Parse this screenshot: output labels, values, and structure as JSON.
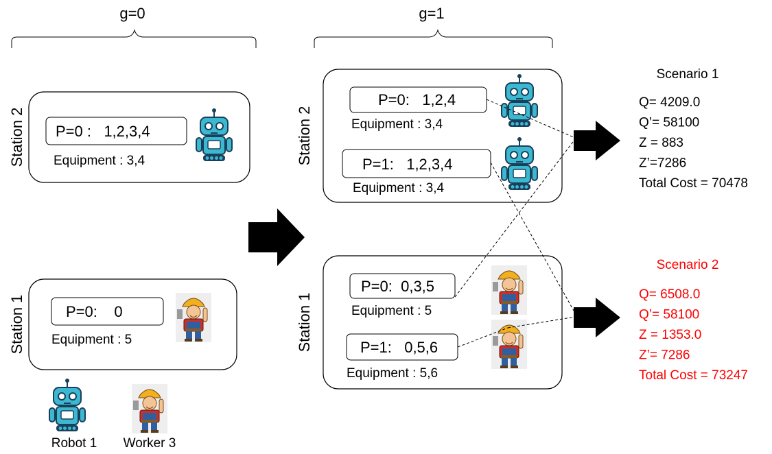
{
  "headers": {
    "g0": "g=0",
    "g1": "g=1"
  },
  "g0": {
    "station2": {
      "label": "Station 2",
      "process": "P=0 :   1,2,3,4",
      "equipment": "Equipment : 3,4"
    },
    "station1": {
      "label": "Station 1",
      "process": "P=0:    0",
      "equipment": "Equipment : 5"
    }
  },
  "g1": {
    "station2": {
      "label": "Station 2",
      "p0": "P=0:   1,2,4",
      "eq0": "Equipment : 3,4",
      "p1": "P=1:   1,2,3,4",
      "eq1": "Equipment : 3,4"
    },
    "station1": {
      "label": "Station 1",
      "p0": "P=0:  0,3,5",
      "eq0": "Equipment : 5",
      "p1": "P=1:   0,5,6",
      "eq1": "Equipment : 5,6"
    }
  },
  "legend": {
    "robot": "Robot 1",
    "worker": "Worker 3"
  },
  "scenario1": {
    "title": "Scenario 1",
    "lines": [
      "Q= 4209.0",
      "Q’= 58100",
      "Z  = 883",
      "Z’=7286",
      "Total Cost = 70478"
    ],
    "color": "#000000"
  },
  "scenario2": {
    "title": "Scenario 2",
    "lines": [
      "Q= 6508.0",
      "Q’= 58100",
      "Z = 1353.0",
      "Z’= 7286",
      "Total Cost = 73247"
    ],
    "color": "#ff0000"
  },
  "icons": [
    "robot-icon",
    "worker-icon",
    "right-arrow-icon"
  ]
}
